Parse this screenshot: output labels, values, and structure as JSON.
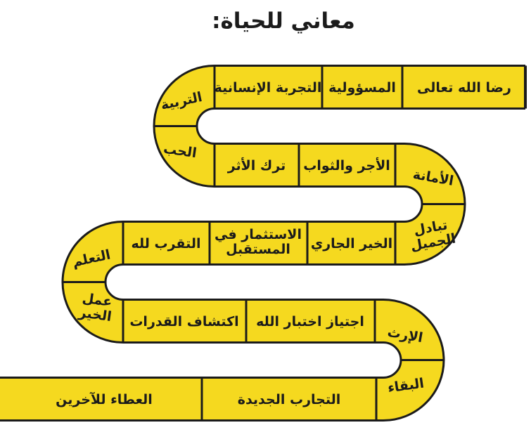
{
  "title": "معاني للحياة:",
  "colors": {
    "road_fill": "#F5D91F",
    "outline": "#1B1B1B",
    "background": "#FFFFFF"
  },
  "cells": [
    {
      "label": "رضا الله تعالى"
    },
    {
      "label": "المسؤولية"
    },
    {
      "label": "التجربة الإنسانية"
    },
    {
      "label": "التربية"
    },
    {
      "label": "الحب"
    },
    {
      "label": "ترك الأثر"
    },
    {
      "label": "الأجر والثواب"
    },
    {
      "label": "الأمانة"
    },
    {
      "label": "تبادل الجميل",
      "line1": "تبادل",
      "line2": "الجميل"
    },
    {
      "label": "الخير الجاري"
    },
    {
      "label": "الاستثمار في المستقبل",
      "line1": "الاستثمار في",
      "line2": "المستقبل"
    },
    {
      "label": "التقرب لله"
    },
    {
      "label": "التعلم"
    },
    {
      "label": "عمل الخير",
      "line1": "عمل",
      "line2": "الخير"
    },
    {
      "label": "اكتشاف القدرات"
    },
    {
      "label": "اجتياز اختبار الله"
    },
    {
      "label": "الإرث"
    },
    {
      "label": "البقاء"
    },
    {
      "label": "التجارب الجديدة"
    },
    {
      "label": "العطاء للآخرين"
    }
  ]
}
